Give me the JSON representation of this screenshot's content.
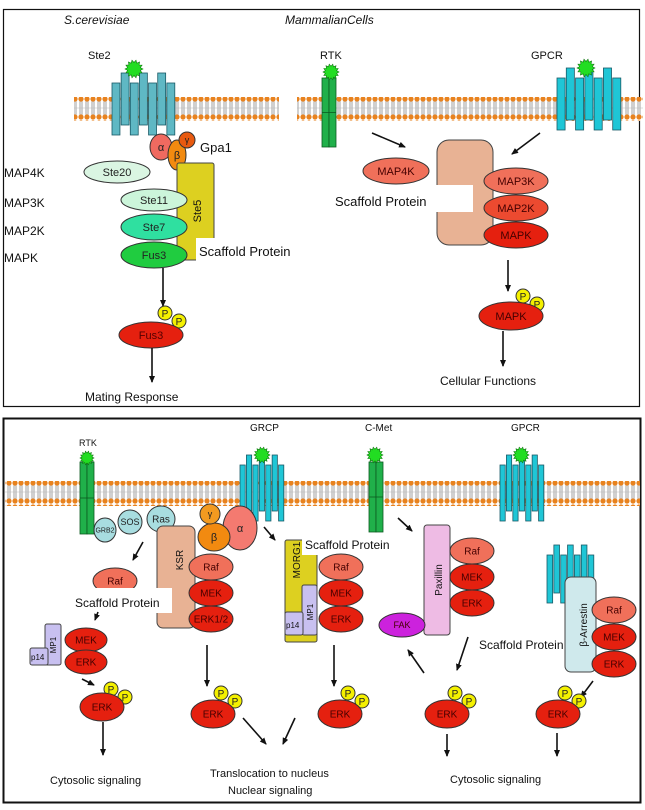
{
  "top": {
    "left_title": "S.cerevisiae",
    "right_title": "MammalianCells",
    "receptors": {
      "ste2": "Ste2",
      "rtk": "RTK",
      "gpcr": "GPCR"
    },
    "gpa1": {
      "label": "Gpa1",
      "alpha": "α",
      "beta": "β",
      "gamma": "γ"
    },
    "tiers": [
      "MAP4K",
      "MAP3K",
      "MAP2K",
      "MAPK"
    ],
    "yeast": {
      "ste20": "Ste20",
      "ste11": "Ste11",
      "ste7": "Ste7",
      "fus3": "Fus3",
      "ste5": "Ste5",
      "scaffold": "Scaffold Protein",
      "fus3_active": "Fus3",
      "output": "Mating Response"
    },
    "mammal": {
      "map4k": "MAP4K",
      "scaffold": "Scaffold Protein",
      "map3k": "MAP3K",
      "map2k": "MAP2K",
      "mapk": "MAPK",
      "mapk_active": "MAPK",
      "output": "Cellular Functions"
    }
  },
  "phospho": "P",
  "bottom": {
    "receptors": {
      "rtk": "RTK",
      "grcp": "GRCP",
      "cmet": "C-Met",
      "gpcr": "GPCR"
    },
    "adaptors": {
      "grb2": "GRB2",
      "sos": "SOS",
      "ras": "Ras"
    },
    "g_protein": {
      "alpha": "α",
      "beta": "β",
      "gamma": "γ"
    },
    "ksr": {
      "scaffold": "KSR",
      "raf": "Raf",
      "mek": "MEK",
      "erk": "ERK1/2",
      "erk_active": "ERK"
    },
    "mp1": {
      "raf": "Raf",
      "scaffold_label": "Scaffold Protein",
      "mp1": "MP1",
      "p14": "p14",
      "mek": "MEK",
      "erk": "ERK",
      "erk_active": "ERK",
      "output": "Cytosolic signaling"
    },
    "morg1": {
      "scaffold": "MORG1",
      "scaffold_label": "Scaffold Protein",
      "mp1": "MP1",
      "p14": "p14",
      "raf": "Raf",
      "mek": "MEK",
      "erk": "ERK",
      "erk_active": "ERK"
    },
    "nuclear_output": [
      "Translocation to nucleus",
      "Nuclear signaling"
    ],
    "paxillin": {
      "scaffold": "Paxillin",
      "fak": "FAK",
      "raf": "Raf",
      "mek": "MEK",
      "erk": "ERK",
      "scaffold_label": "Scaffold Protein",
      "erk_active": "ERK",
      "output": "Cytosolic signaling"
    },
    "arrestin": {
      "scaffold": "β-Arrestin",
      "raf": "Raf",
      "mek": "MEK",
      "erk": "ERK",
      "erk_active": "ERK"
    }
  },
  "colors": {
    "membrane_head": "#e8821e",
    "ste2": "#5fb8c4",
    "gpcr": "#1fc6d6",
    "rtk": "#20b04a",
    "ligand": "#22dd22",
    "erk_red": "#e5200f",
    "raf_salmon": "#f0705a",
    "scaffold_peach": "#e8b294",
    "ste5_yellow": "#ddd020",
    "phospho_yellow": "#f4f000",
    "paxillin_pink": "#eebbe4",
    "fak_magenta": "#cc22dd",
    "mp1_lavender": "#c8c0f0",
    "arrestin_blue": "#cfe9ec"
  }
}
